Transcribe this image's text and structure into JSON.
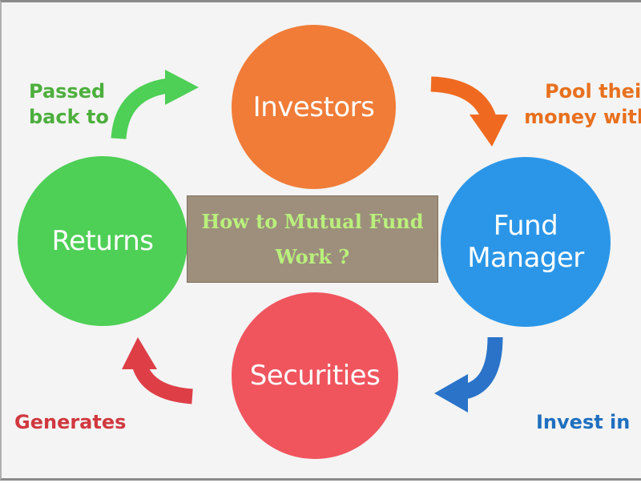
{
  "colors": {
    "investors": "#f07c38",
    "fund_manager": "#2b96e8",
    "securities": "#f0555e",
    "returns": "#4ecf56",
    "green_text": "#4caf3c",
    "orange_text": "#e8701e",
    "red_text": "#d0383e",
    "blue_text": "#1f6fbf",
    "title_text": "#b9f07c",
    "title_bg": "#9d8f7c"
  },
  "nodes": {
    "investors": "Investors",
    "fund_manager_line1": "Fund",
    "fund_manager_line2": "Manager",
    "securities": "Securities",
    "returns": "Returns"
  },
  "edges": {
    "passed_line1": "Passed",
    "passed_line2": "back to",
    "pool_line1": "Pool their",
    "pool_line2": "money with",
    "generates": "Generates",
    "invest_in": "Invest in"
  },
  "title": {
    "line1": "How to Mutual Fund",
    "line2": "Work ?"
  }
}
